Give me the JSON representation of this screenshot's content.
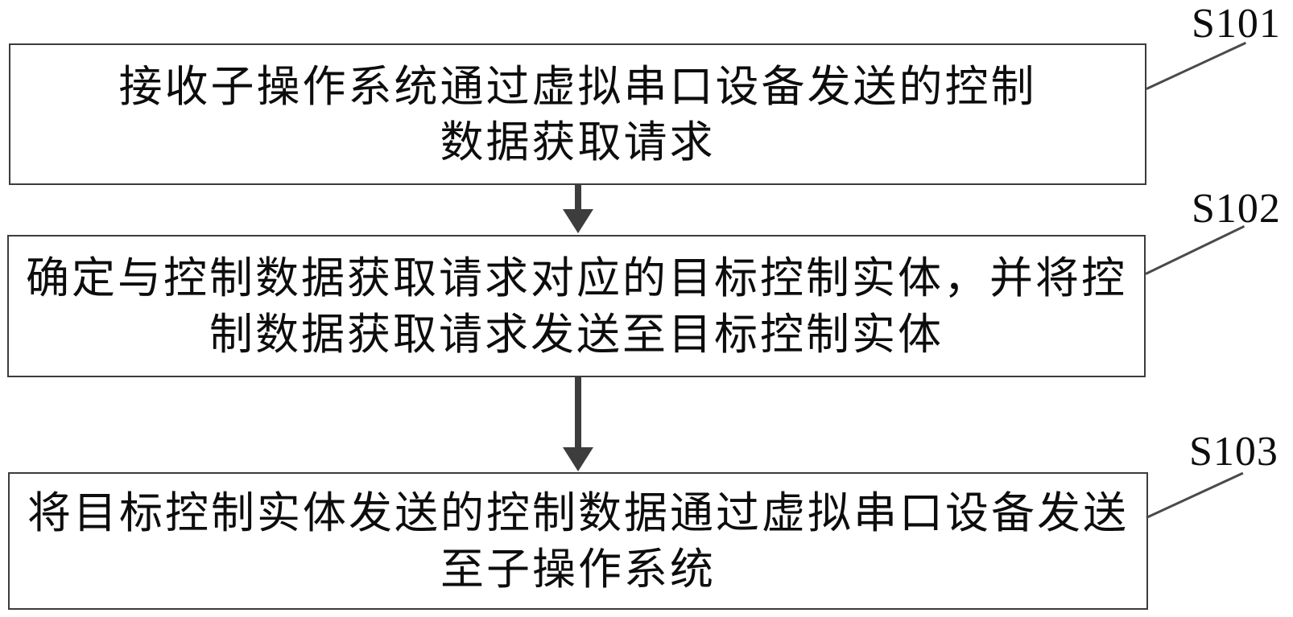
{
  "diagram": {
    "type": "flowchart",
    "direction": "top-down",
    "colors": {
      "background": "#ffffff",
      "box_border": "#3c3c3c",
      "arrow": "#3d3d3d",
      "leader_line": "#4a4a4a",
      "text": "#0d0d0d"
    },
    "steps": [
      {
        "label": "S101",
        "line1": "接收子操作系统通过虚拟串口设备发送的控制",
        "line2": "数据获取请求",
        "full_text": "接收子操作系统通过虚拟串口设备发送的控制数据获取请求"
      },
      {
        "label": "S102",
        "line1": "确定与控制数据获取请求对应的目标控制实体，并将控",
        "line2": "制数据获取请求发送至目标控制实体",
        "full_text": "确定与控制数据获取请求对应的目标控制实体，并将控制数据获取请求发送至目标控制实体"
      },
      {
        "label": "S103",
        "line1": "将目标控制实体发送的控制数据通过虚拟串口设备发送",
        "line2": "至子操作系统",
        "full_text": "将目标控制实体发送的控制数据通过虚拟串口设备发送至子操作系统"
      }
    ],
    "connections": [
      {
        "from": "S101",
        "to": "S102",
        "style": "solid-arrow-down"
      },
      {
        "from": "S102",
        "to": "S103",
        "style": "solid-arrow-down"
      }
    ]
  }
}
